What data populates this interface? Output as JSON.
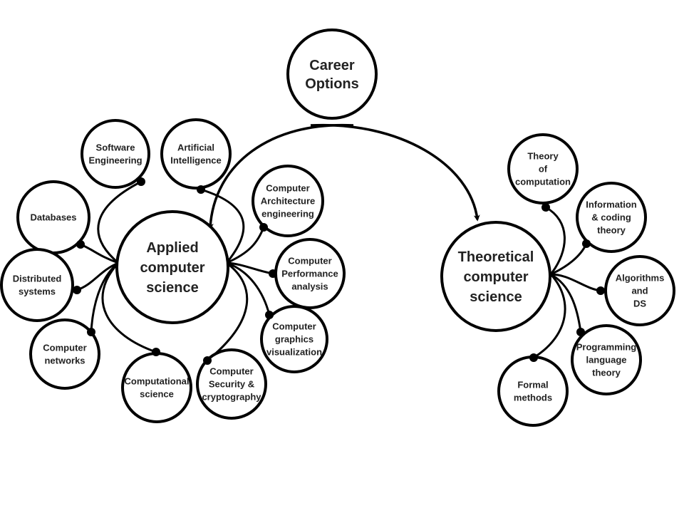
{
  "title": "Career Options",
  "colors": {
    "stroke": "#000000",
    "text": "#222222",
    "background": "#ffffff"
  },
  "root": {
    "id": "career-options",
    "lines": [
      "Career",
      "Options"
    ]
  },
  "branches": [
    {
      "id": "applied-computer-science",
      "lines": [
        "Applied",
        "computer",
        "science"
      ],
      "children": [
        {
          "id": "software-engineering",
          "lines": [
            "Software",
            "Engineering"
          ]
        },
        {
          "id": "artificial-intelligence",
          "lines": [
            "Artificial",
            "Intelligence"
          ]
        },
        {
          "id": "databases",
          "lines": [
            "Databases"
          ]
        },
        {
          "id": "computer-architecture-engineering",
          "lines": [
            "Computer",
            "Architecture",
            "engineering"
          ]
        },
        {
          "id": "distributed-systems",
          "lines": [
            "Distributed",
            "systems"
          ]
        },
        {
          "id": "computer-performance-analysis",
          "lines": [
            "Computer",
            "Performance",
            "analysis"
          ]
        },
        {
          "id": "computer-networks",
          "lines": [
            "Computer",
            "networks"
          ]
        },
        {
          "id": "computer-graphics-visualization",
          "lines": [
            "Computer",
            "graphics",
            "visualization"
          ]
        },
        {
          "id": "computational-science",
          "lines": [
            "Computational",
            "science"
          ]
        },
        {
          "id": "computer-security-cryptography",
          "lines": [
            "Computer",
            "Security &",
            "cryptography"
          ]
        }
      ]
    },
    {
      "id": "theoretical-computer-science",
      "lines": [
        "Theoretical",
        "computer",
        "science"
      ],
      "children": [
        {
          "id": "theory-of-computation",
          "lines": [
            "Theory",
            "of",
            "computation"
          ]
        },
        {
          "id": "information-coding-theory",
          "lines": [
            "Information",
            "& coding",
            "theory"
          ]
        },
        {
          "id": "algorithms-and-ds",
          "lines": [
            "Algorithms",
            "and",
            "DS"
          ]
        },
        {
          "id": "programming-language-theory",
          "lines": [
            "Programming",
            "language",
            "theory"
          ]
        },
        {
          "id": "formal-methods",
          "lines": [
            "Formal",
            "methods"
          ]
        }
      ]
    }
  ]
}
